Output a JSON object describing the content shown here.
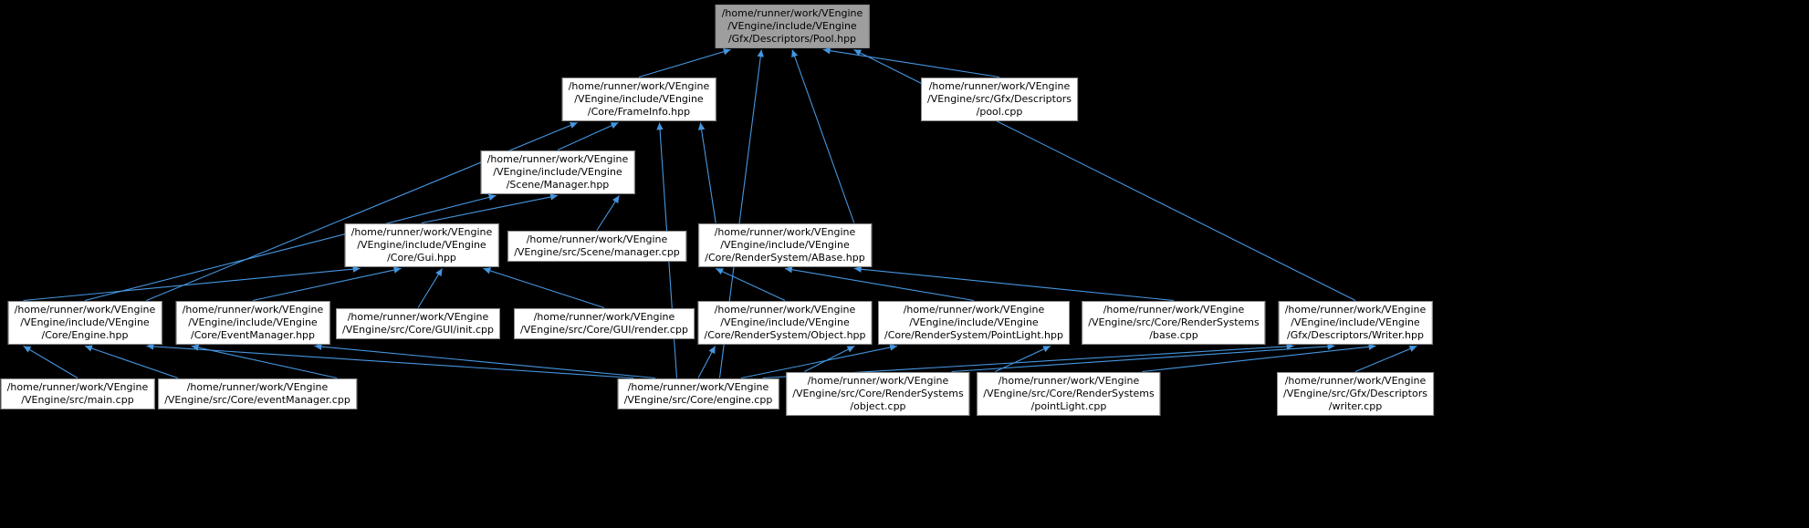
{
  "graph": {
    "kind": "doxygen-included-by-graph",
    "focus_node": "pool_hpp",
    "colors": {
      "background": "#000000",
      "node_fill": "#ffffff",
      "node_border": "#8c8c8c",
      "focus_fill": "#9e9e9e",
      "edge": "#4596e0",
      "text": "#000000"
    },
    "nodes": [
      {
        "id": "pool_hpp",
        "focus": true,
        "label": "/home/runner/work/VEngine\n/VEngine/include/VEngine\n/Gfx/Descriptors/Pool.hpp"
      },
      {
        "id": "frameinfo_hpp",
        "focus": false,
        "label": "/home/runner/work/VEngine\n/VEngine/include/VEngine\n/Core/FrameInfo.hpp"
      },
      {
        "id": "pool_cpp",
        "focus": false,
        "label": "/home/runner/work/VEngine\n/VEngine/src/Gfx/Descriptors\n/pool.cpp"
      },
      {
        "id": "manager_hpp",
        "focus": false,
        "label": "/home/runner/work/VEngine\n/VEngine/include/VEngine\n/Scene/Manager.hpp"
      },
      {
        "id": "gui_hpp",
        "focus": false,
        "label": "/home/runner/work/VEngine\n/VEngine/include/VEngine\n/Core/Gui.hpp"
      },
      {
        "id": "manager_cpp",
        "focus": false,
        "label": "/home/runner/work/VEngine\n/VEngine/src/Scene/manager.cpp"
      },
      {
        "id": "abase_hpp",
        "focus": false,
        "label": "/home/runner/work/VEngine\n/VEngine/include/VEngine\n/Core/RenderSystem/ABase.hpp"
      },
      {
        "id": "engine_hpp",
        "focus": false,
        "label": "/home/runner/work/VEngine\n/VEngine/include/VEngine\n/Core/Engine.hpp"
      },
      {
        "id": "eventmanager_hpp",
        "focus": false,
        "label": "/home/runner/work/VEngine\n/VEngine/include/VEngine\n/Core/EventManager.hpp"
      },
      {
        "id": "init_cpp",
        "focus": false,
        "label": "/home/runner/work/VEngine\n/VEngine/src/Core/GUI/init.cpp"
      },
      {
        "id": "render_cpp",
        "focus": false,
        "label": "/home/runner/work/VEngine\n/VEngine/src/Core/GUI/render.cpp"
      },
      {
        "id": "object_hpp",
        "focus": false,
        "label": "/home/runner/work/VEngine\n/VEngine/include/VEngine\n/Core/RenderSystem/Object.hpp"
      },
      {
        "id": "pointlight_hpp",
        "focus": false,
        "label": "/home/runner/work/VEngine\n/VEngine/include/VEngine\n/Core/RenderSystem/PointLight.hpp"
      },
      {
        "id": "base_cpp",
        "focus": false,
        "label": "/home/runner/work/VEngine\n/VEngine/src/Core/RenderSystems\n/base.cpp"
      },
      {
        "id": "writer_hpp",
        "focus": false,
        "label": "/home/runner/work/VEngine\n/VEngine/include/VEngine\n/Gfx/Descriptors/Writer.hpp"
      },
      {
        "id": "main_cpp",
        "focus": false,
        "label": "/home/runner/work/VEngine\n/VEngine/src/main.cpp"
      },
      {
        "id": "eventmanager_cpp",
        "focus": false,
        "label": "/home/runner/work/VEngine\n/VEngine/src/Core/eventManager.cpp"
      },
      {
        "id": "engine_cpp",
        "focus": false,
        "label": "/home/runner/work/VEngine\n/VEngine/src/Core/engine.cpp"
      },
      {
        "id": "object_cpp",
        "focus": false,
        "label": "/home/runner/work/VEngine\n/VEngine/src/Core/RenderSystems\n/object.cpp"
      },
      {
        "id": "pointlight_cpp",
        "focus": false,
        "label": "/home/runner/work/VEngine\n/VEngine/src/Core/RenderSystems\n/pointLight.cpp"
      },
      {
        "id": "writer_cpp",
        "focus": false,
        "label": "/home/runner/work/VEngine\n/VEngine/src/Gfx/Descriptors\n/writer.cpp"
      }
    ],
    "edges": [
      {
        "from": "frameinfo_hpp",
        "to": "pool_hpp"
      },
      {
        "from": "pool_cpp",
        "to": "pool_hpp"
      },
      {
        "from": "abase_hpp",
        "to": "pool_hpp"
      },
      {
        "from": "writer_hpp",
        "to": "pool_hpp"
      },
      {
        "from": "engine_cpp",
        "to": "pool_hpp"
      },
      {
        "from": "manager_hpp",
        "to": "frameinfo_hpp"
      },
      {
        "from": "abase_hpp",
        "to": "frameinfo_hpp"
      },
      {
        "from": "engine_hpp",
        "to": "frameinfo_hpp"
      },
      {
        "from": "engine_cpp",
        "to": "frameinfo_hpp"
      },
      {
        "from": "gui_hpp",
        "to": "manager_hpp"
      },
      {
        "from": "manager_cpp",
        "to": "manager_hpp"
      },
      {
        "from": "engine_hpp",
        "to": "manager_hpp"
      },
      {
        "from": "engine_hpp",
        "to": "gui_hpp"
      },
      {
        "from": "eventmanager_hpp",
        "to": "gui_hpp"
      },
      {
        "from": "init_cpp",
        "to": "gui_hpp"
      },
      {
        "from": "render_cpp",
        "to": "gui_hpp"
      },
      {
        "from": "object_hpp",
        "to": "abase_hpp"
      },
      {
        "from": "pointlight_hpp",
        "to": "abase_hpp"
      },
      {
        "from": "base_cpp",
        "to": "abase_hpp"
      },
      {
        "from": "main_cpp",
        "to": "engine_hpp"
      },
      {
        "from": "eventmanager_cpp",
        "to": "engine_hpp"
      },
      {
        "from": "engine_cpp",
        "to": "engine_hpp"
      },
      {
        "from": "eventmanager_cpp",
        "to": "eventmanager_hpp"
      },
      {
        "from": "engine_cpp",
        "to": "eventmanager_hpp"
      },
      {
        "from": "object_cpp",
        "to": "object_hpp"
      },
      {
        "from": "engine_cpp",
        "to": "object_hpp"
      },
      {
        "from": "pointlight_cpp",
        "to": "pointlight_hpp"
      },
      {
        "from": "engine_cpp",
        "to": "pointlight_hpp"
      },
      {
        "from": "writer_cpp",
        "to": "writer_hpp"
      },
      {
        "from": "object_cpp",
        "to": "writer_hpp"
      },
      {
        "from": "pointlight_cpp",
        "to": "writer_hpp"
      },
      {
        "from": "engine_cpp",
        "to": "writer_hpp"
      }
    ]
  }
}
